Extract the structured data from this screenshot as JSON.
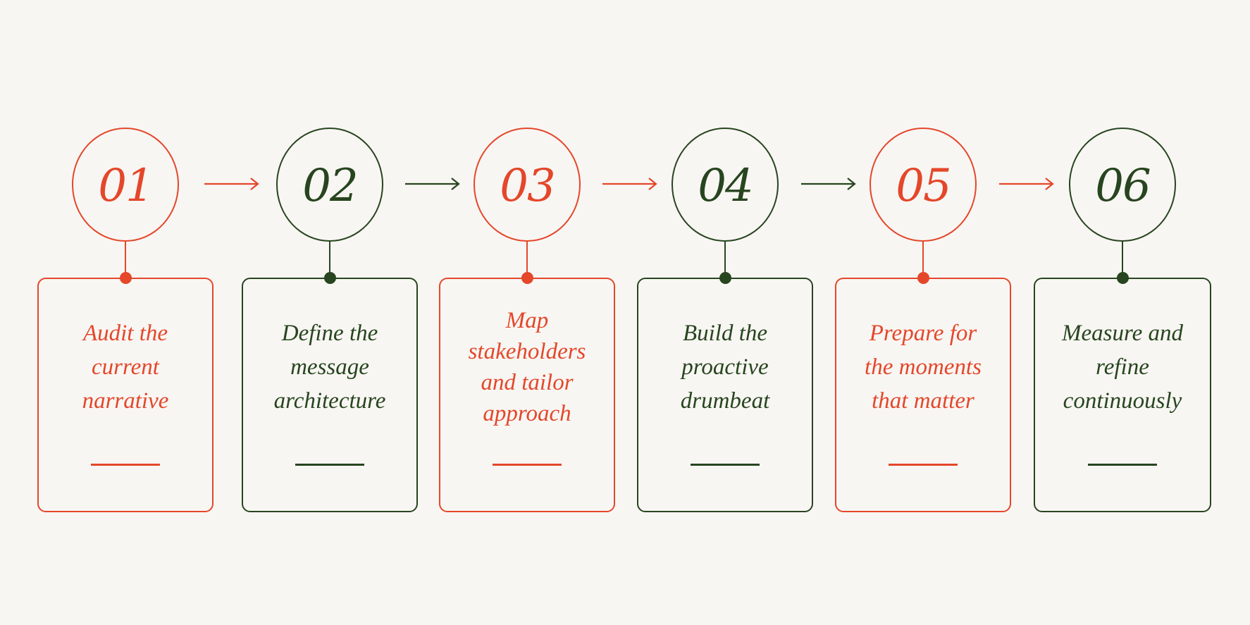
{
  "colors": {
    "background": "#f8f6f3",
    "red": "#e4472a",
    "green": "#27451f"
  },
  "steps": [
    {
      "number": "01",
      "label": "Audit the\ncurrent\nnarrative",
      "color": "red"
    },
    {
      "number": "02",
      "label": "Define the\nmessage\narchitecture",
      "color": "green"
    },
    {
      "number": "03",
      "label": "Map\nstakeholders\nand tailor\napproach",
      "color": "red"
    },
    {
      "number": "04",
      "label": "Build the\nproactive\ndrumbeat",
      "color": "green"
    },
    {
      "number": "05",
      "label": "Prepare for\nthe moments\nthat matter",
      "color": "red"
    },
    {
      "number": "06",
      "label": "Measure and\nrefine\ncontinuously",
      "color": "green"
    }
  ],
  "arrows": [
    {
      "color": "red"
    },
    {
      "color": "green"
    },
    {
      "color": "red"
    },
    {
      "color": "green"
    },
    {
      "color": "red"
    }
  ]
}
